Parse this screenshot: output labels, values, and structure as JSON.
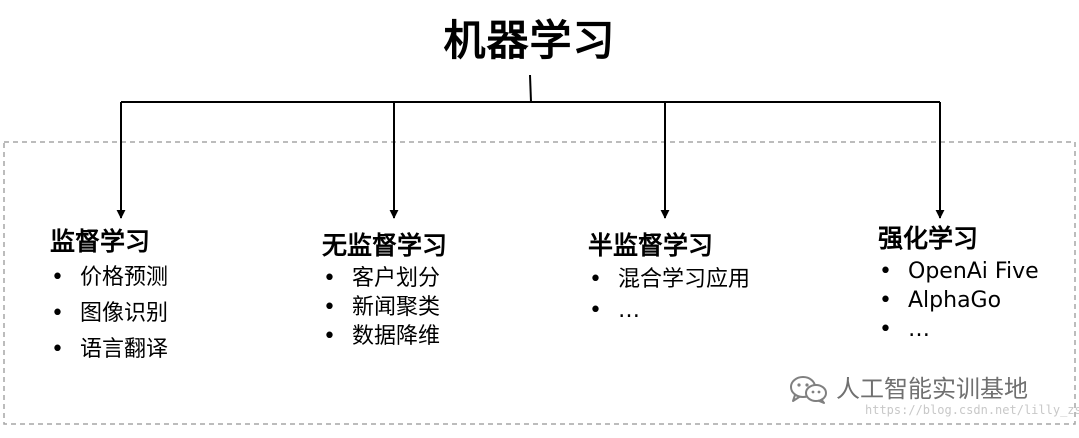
{
  "title": "机器学习",
  "categories": [
    {
      "title": "监督学习",
      "items": [
        "价格预测",
        "图像识别",
        "语言翻译"
      ]
    },
    {
      "title": "无监督学习",
      "items": [
        "客户划分",
        "新闻聚类",
        "数据降维"
      ]
    },
    {
      "title": "半监督学习",
      "items": [
        "混合学习应用",
        "…"
      ]
    },
    {
      "title": "强化学习",
      "items": [
        "OpenAi Five",
        "AlphaGo",
        "…"
      ]
    }
  ],
  "watermark": {
    "text": "人工智能实训基地",
    "icon": "wechat-icon",
    "url": "https://blog.csdn.net/lilly_zs"
  },
  "colors": {
    "line": "#000000",
    "dashed_border": "#a6a6a6",
    "watermark": "#707070"
  }
}
